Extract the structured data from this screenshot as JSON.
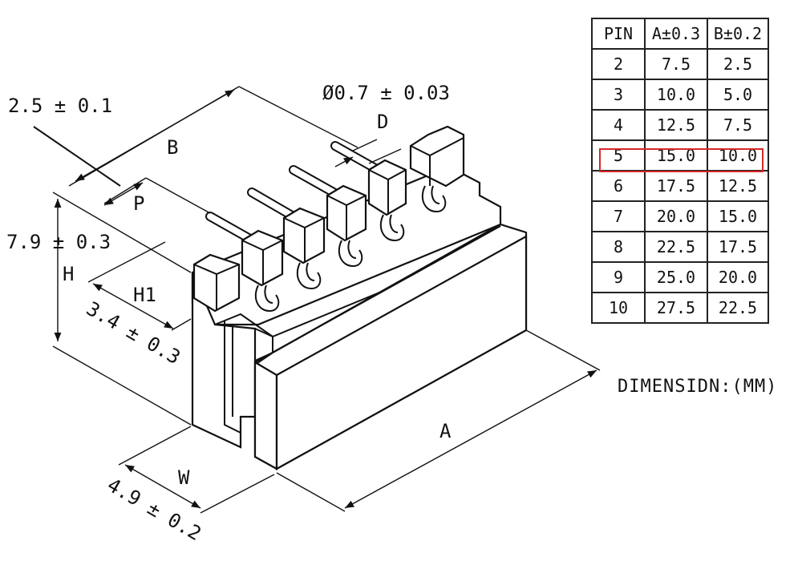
{
  "drawing": {
    "labels": {
      "pitch_tolerance": "2.5 ± 0.1",
      "b": "B",
      "p": "P",
      "pin_diameter": "Ø0.7 ± 0.03",
      "d": "D",
      "height_tolerance": "7.9 ± 0.3",
      "h": "H",
      "h1": "H1",
      "h1_tolerance": "3.4 ± 0.3",
      "a": "A",
      "w": "W",
      "width_tolerance": "4.9 ± 0.2"
    }
  },
  "table": {
    "headers": [
      "PIN",
      "A±0.3",
      "B±0.2"
    ],
    "rows": [
      [
        "2",
        "7.5",
        "2.5"
      ],
      [
        "3",
        "10.0",
        "5.0"
      ],
      [
        "4",
        "12.5",
        "7.5"
      ],
      [
        "5",
        "15.0",
        "10.0"
      ],
      [
        "6",
        "17.5",
        "12.5"
      ],
      [
        "7",
        "20.0",
        "15.0"
      ],
      [
        "8",
        "22.5",
        "17.5"
      ],
      [
        "9",
        "25.0",
        "20.0"
      ],
      [
        "10",
        "27.5",
        "22.5"
      ]
    ],
    "highlight_color": "#d62828"
  },
  "note": "DIMENSIDN:(MM)"
}
